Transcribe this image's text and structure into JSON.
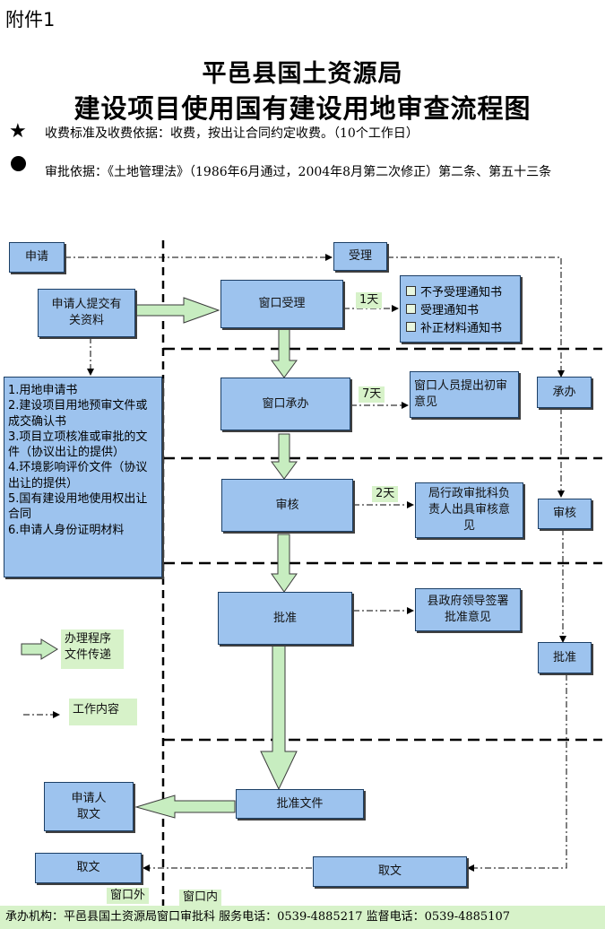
{
  "attachment": "附件1",
  "title_line1": "平邑县国土资源局",
  "title_line2": "建设项目使用国有建设用地审查流程图",
  "star_glyph": "★",
  "fee_text": "收费标准及收费依据：收费，按出让合同约定收费。（10个工作日）",
  "basis_text": "审批依据：《土地管理法》（1986年6月通过，2004年8月第二次修正）第二条、第五十三条",
  "flow": {
    "apply": "申请",
    "accept": "受理",
    "applicant_submit": "申请人提交有关资料",
    "window_accept": "窗口受理",
    "notices": [
      "不予受理通知书",
      "受理通知书",
      "补正材料通知书"
    ],
    "day1": "1天",
    "take_on_right": "承办",
    "window_handle": "窗口承办",
    "day7": "7天",
    "staff_opinion": "窗口人员提出初审意见",
    "review": "审核",
    "day2": "2天",
    "review_opinion": "局行政审批科负责人出具审核意见",
    "review_right": "审核",
    "approve": "批准",
    "gov_opinion": "县政府领导签署批准意见",
    "approve_right": "批准",
    "approval_doc": "批准文件",
    "applicant_pickup": "申请人取文",
    "pickup_left": "取文",
    "pickup_right": "取文",
    "outside_window": "窗口外",
    "inside_window": "窗口内"
  },
  "documents": [
    "1.用地申请书",
    "2.建设项目用地预审文件或成交确认书",
    "3.项目立项核准或审批的文件（协议出让的提供）",
    "4.环境影响评价文件（协议出让的提供）",
    "5.国有建设用地使用权出让合同",
    "6.申请人身份证明材料"
  ],
  "legend": {
    "arrow_label": "办理程序文件传递",
    "dash_label": "工作内容"
  },
  "footer": "承办机构：平邑县国土资源局窗口审批科   服务电话：0539-4885217   监督电话：0539-4885107",
  "colors": {
    "box_fill": "#9dc3ee",
    "arrow_fill": "#c7edc0",
    "label_fill": "#d7f2c9"
  }
}
